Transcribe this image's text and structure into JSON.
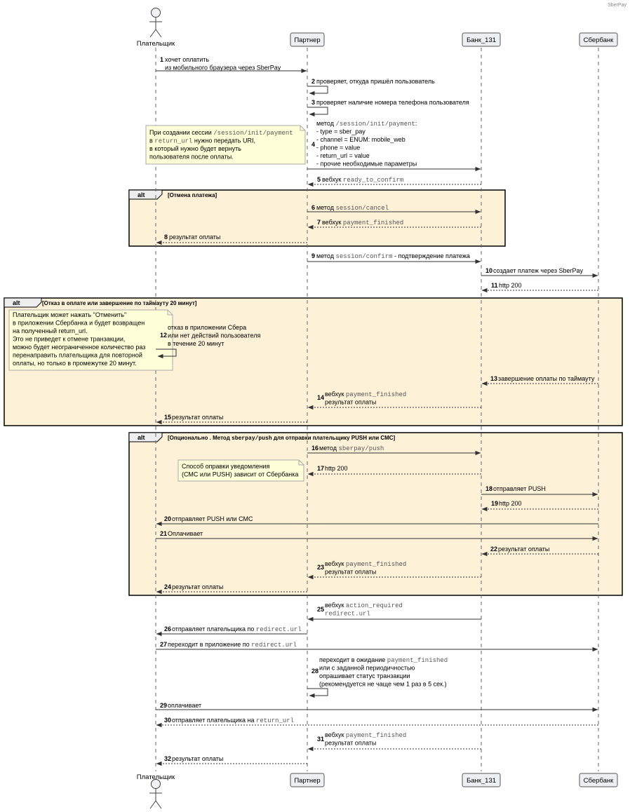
{
  "diagram": {
    "corner_label": "SberPay",
    "participants": [
      {
        "id": "payer",
        "label": "Плательщик",
        "kind": "actor"
      },
      {
        "id": "partner",
        "label": "Партнер",
        "kind": "box"
      },
      {
        "id": "bank",
        "label": "Банк_131",
        "kind": "box"
      },
      {
        "id": "sber",
        "label": "Сбербанк",
        "kind": "box"
      }
    ],
    "alt_tag": "alt",
    "frames": [
      {
        "id": "alt1",
        "header": "[Отмена платежа]"
      },
      {
        "id": "alt2",
        "header": "[Отказ в оплате или завершение по таймауту 20 минут]"
      },
      {
        "id": "alt3",
        "header_parts": [
          "[Опционально . Метод ",
          "sberpay/push",
          " для отправки плательщику PUSH или СМС]"
        ]
      }
    ],
    "notes": [
      {
        "id": "note1",
        "lines": [
          [
            {
              "t": "При создании сессии "
            },
            {
              "t": "/session/init/payment",
              "code": true
            }
          ],
          [
            {
              "t": "в "
            },
            {
              "t": "return_url",
              "code": true
            },
            {
              "t": " нужно передать URI,"
            }
          ],
          [
            {
              "t": "в который нужно будет вернуть"
            }
          ],
          [
            {
              "t": "пользователя после оплаты."
            }
          ]
        ]
      },
      {
        "id": "note2",
        "lines": [
          [
            {
              "t": "Плательщик может нажать \"Отменить\""
            }
          ],
          [
            {
              "t": "в приложении Сбербанка и будет возвращен"
            }
          ],
          [
            {
              "t": "на полученный return_url."
            }
          ],
          [
            {
              "t": "Это не приведет к отмене транзакции,"
            }
          ],
          [
            {
              "t": "можно будет неограниченное количество раз"
            }
          ],
          [
            {
              "t": "перенаправить плательщика для повторной"
            }
          ],
          [
            {
              "t": "оплаты, но только в промежутке 20 минут."
            }
          ]
        ]
      },
      {
        "id": "note3",
        "lines": [
          [
            {
              "t": "Способ оправки уведомления"
            }
          ],
          [
            {
              "t": "(СМС или PUSH) зависит от Сбербанка"
            }
          ]
        ]
      }
    ],
    "messages": [
      {
        "n": "1",
        "from": "payer",
        "to": "partner",
        "dashed": false,
        "lines": [
          [
            {
              "t": "хочет оплатить"
            }
          ],
          [
            {
              "t": "из мобильного браузера через SberPay"
            }
          ]
        ]
      },
      {
        "n": "2",
        "from": "partner",
        "to": "partner",
        "dashed": false,
        "lines": [
          [
            {
              "t": "проверяет, откуда пришёл пользователь"
            }
          ]
        ]
      },
      {
        "n": "3",
        "from": "partner",
        "to": "partner",
        "dashed": false,
        "lines": [
          [
            {
              "t": "проверяет наличие номера телефона пользователя"
            }
          ]
        ]
      },
      {
        "n": "4",
        "from": "partner",
        "to": "bank",
        "dashed": false,
        "lines": [
          [
            {
              "t": "метод "
            },
            {
              "t": "/session/init/payment",
              "code": true
            },
            {
              "t": ":"
            }
          ],
          [
            {
              "t": " - type = sber_pay"
            }
          ],
          [
            {
              "t": " - channel = ENUM: mobile_web"
            }
          ],
          [
            {
              "t": " - phone = value"
            }
          ],
          [
            {
              "t": " - return_url = value"
            }
          ],
          [
            {
              "t": " - прочие необходимые параметры"
            }
          ]
        ]
      },
      {
        "n": "5",
        "from": "bank",
        "to": "partner",
        "dashed": true,
        "lines": [
          [
            {
              "t": "вебхук "
            },
            {
              "t": "ready_to_confirm",
              "code": true
            }
          ]
        ]
      },
      {
        "n": "6",
        "from": "partner",
        "to": "bank",
        "dashed": false,
        "lines": [
          [
            {
              "t": "метод "
            },
            {
              "t": "session/cancel",
              "code": true
            }
          ]
        ]
      },
      {
        "n": "7",
        "from": "bank",
        "to": "partner",
        "dashed": true,
        "lines": [
          [
            {
              "t": "вебхук "
            },
            {
              "t": "payment_finished",
              "code": true
            }
          ]
        ]
      },
      {
        "n": "8",
        "from": "partner",
        "to": "payer",
        "dashed": true,
        "lines": [
          [
            {
              "t": "результат оплаты"
            }
          ]
        ]
      },
      {
        "n": "9",
        "from": "partner",
        "to": "bank",
        "dashed": false,
        "lines": [
          [
            {
              "t": "метод "
            },
            {
              "t": "session/confirm",
              "code": true
            },
            {
              "t": " - подтверждение платежа"
            }
          ]
        ]
      },
      {
        "n": "10",
        "from": "bank",
        "to": "sber",
        "dashed": false,
        "lines": [
          [
            {
              "t": "создает платеж через SberPay"
            }
          ]
        ]
      },
      {
        "n": "11",
        "from": "sber",
        "to": "bank",
        "dashed": true,
        "lines": [
          [
            {
              "t": "http 200"
            }
          ]
        ]
      },
      {
        "n": "12",
        "from": "payer",
        "to": "payer",
        "dashed": false,
        "lines": [
          [
            {
              "t": "отказ в приложении Сбера"
            }
          ],
          [
            {
              "t": " или нет действий пользователя"
            }
          ],
          [
            {
              "t": "в течение 20 минут"
            }
          ]
        ]
      },
      {
        "n": "13",
        "from": "sber",
        "to": "bank",
        "dashed": true,
        "lines": [
          [
            {
              "t": "завершение оплаты по таймауту"
            }
          ]
        ]
      },
      {
        "n": "14",
        "from": "bank",
        "to": "partner",
        "dashed": true,
        "lines": [
          [
            {
              "t": "вебхук "
            },
            {
              "t": "payment_finished",
              "code": true
            }
          ],
          [
            {
              "t": "результат оплаты"
            }
          ]
        ]
      },
      {
        "n": "15",
        "from": "partner",
        "to": "payer",
        "dashed": true,
        "lines": [
          [
            {
              "t": "результат оплаты"
            }
          ]
        ]
      },
      {
        "n": "16",
        "from": "partner",
        "to": "bank",
        "dashed": false,
        "lines": [
          [
            {
              "t": "метод "
            },
            {
              "t": "sberpay/push",
              "code": true
            }
          ]
        ]
      },
      {
        "n": "17",
        "from": "bank",
        "to": "partner",
        "dashed": true,
        "lines": [
          [
            {
              "t": "http 200"
            }
          ]
        ]
      },
      {
        "n": "18",
        "from": "bank",
        "to": "sber",
        "dashed": false,
        "lines": [
          [
            {
              "t": "отправляет PUSH"
            }
          ]
        ]
      },
      {
        "n": "19",
        "from": "sber",
        "to": "bank",
        "dashed": true,
        "lines": [
          [
            {
              "t": "http 200"
            }
          ]
        ]
      },
      {
        "n": "20",
        "from": "sber",
        "to": "payer",
        "dashed": false,
        "lines": [
          [
            {
              "t": "отправляет PUSH или СМС"
            }
          ]
        ]
      },
      {
        "n": "21",
        "from": "payer",
        "to": "sber",
        "dashed": false,
        "lines": [
          [
            {
              "t": "Оплачивает"
            }
          ]
        ]
      },
      {
        "n": "22",
        "from": "sber",
        "to": "bank",
        "dashed": true,
        "lines": [
          [
            {
              "t": "результат оплаты"
            }
          ]
        ]
      },
      {
        "n": "23",
        "from": "bank",
        "to": "partner",
        "dashed": true,
        "lines": [
          [
            {
              "t": "вебхук "
            },
            {
              "t": "payment_finished",
              "code": true
            }
          ],
          [
            {
              "t": "результат оплаты"
            }
          ]
        ]
      },
      {
        "n": "24",
        "from": "partner",
        "to": "payer",
        "dashed": true,
        "lines": [
          [
            {
              "t": "результат оплаты"
            }
          ]
        ]
      },
      {
        "n": "25",
        "from": "bank",
        "to": "partner",
        "dashed": false,
        "lines": [
          [
            {
              "t": "вебхук "
            },
            {
              "t": "action_required",
              "code": true
            }
          ],
          [
            {
              "t": "redirect.url",
              "code": true
            }
          ]
        ]
      },
      {
        "n": "26",
        "from": "partner",
        "to": "payer",
        "dashed": false,
        "lines": [
          [
            {
              "t": "отправляет плательщика по "
            },
            {
              "t": "redirect.url",
              "code": true
            }
          ]
        ]
      },
      {
        "n": "27",
        "from": "payer",
        "to": "sber",
        "dashed": false,
        "lines": [
          [
            {
              "t": "переходит в приложение по "
            },
            {
              "t": "redirect.url",
              "code": true
            }
          ]
        ]
      },
      {
        "n": "28",
        "from": "partner",
        "to": "partner",
        "dashed": false,
        "lines": [
          [
            {
              "t": "переходит в ожидание "
            },
            {
              "t": "payment_finished",
              "code": true
            }
          ],
          [
            {
              "t": "или с заданной периодичностью"
            }
          ],
          [
            {
              "t": "опрашивает статус транзакции"
            }
          ],
          [
            {
              "t": "(рекомендуется не чаще чем 1 раз в 5 сек.)"
            }
          ]
        ]
      },
      {
        "n": "29",
        "from": "payer",
        "to": "sber",
        "dashed": false,
        "lines": [
          [
            {
              "t": "оплачивает"
            }
          ]
        ]
      },
      {
        "n": "30",
        "from": "sber",
        "to": "payer",
        "dashed": true,
        "lines": [
          [
            {
              "t": "отправляет плательщика на "
            },
            {
              "t": "return_url",
              "code": true
            }
          ]
        ]
      },
      {
        "n": "31",
        "from": "bank",
        "to": "partner",
        "dashed": true,
        "lines": [
          [
            {
              "t": "вебхук "
            },
            {
              "t": "payment_finished",
              "code": true
            }
          ],
          [
            {
              "t": "результат оплаты"
            }
          ]
        ]
      },
      {
        "n": "32",
        "from": "partner",
        "to": "payer",
        "dashed": true,
        "lines": [
          [
            {
              "t": "результат оплаты"
            }
          ]
        ]
      }
    ]
  }
}
